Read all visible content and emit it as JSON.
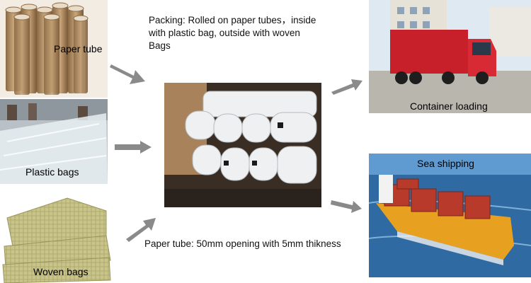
{
  "captions": {
    "paper_tube": "Paper tube",
    "plastic_bags": "Plastic bags",
    "woven_bags": "Woven bags",
    "container_loading": "Container loading",
    "sea_shipping": "Sea shipping"
  },
  "notes": {
    "packing_line1": "Packing: Rolled on paper tubes，inside",
    "packing_line2": "with plastic bag, outside with woven",
    "packing_line3": "Bags",
    "paper_tube_spec": "Paper tube: 50mm opening with 5mm thikness"
  },
  "colors": {
    "arrow": "#8a8a8a",
    "truck_body": "#c8202a",
    "ship_hull": "#e8a020",
    "containers": "#b83a2a",
    "sea": "#3f7fb8",
    "woven": "#c9c48a"
  },
  "icons": [
    "arrow-right-icon",
    "arrow-up-right-icon",
    "arrow-down-right-icon"
  ]
}
